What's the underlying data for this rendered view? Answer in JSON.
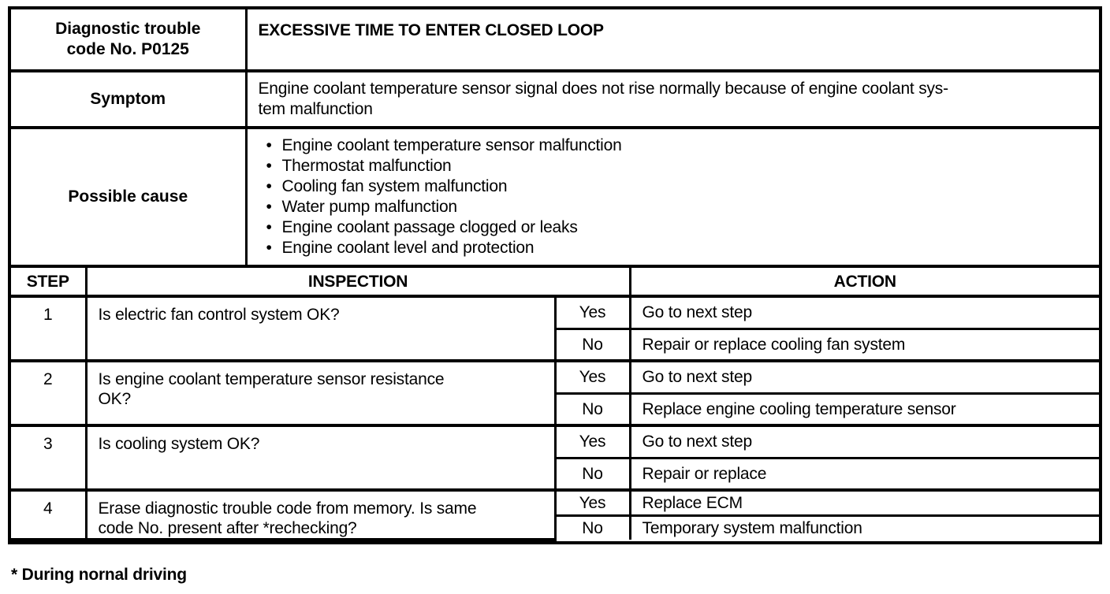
{
  "info": {
    "dtc": {
      "label_lines": [
        "Diagnostic trouble",
        "code No. P0125"
      ],
      "title": "EXCESSIVE TIME TO ENTER CLOSED LOOP"
    },
    "symptom": {
      "label": "Symptom",
      "lines": [
        "Engine coolant temperature sensor signal does not rise normally because of engine coolant sys-",
        "tem malfunction"
      ]
    },
    "possible_cause": {
      "label": "Possible cause",
      "items": [
        "Engine coolant temperature sensor malfunction",
        "Thermostat malfunction",
        "Cooling fan system malfunction",
        "Water pump malfunction",
        "Engine coolant passage clogged or leaks",
        "Engine coolant level and protection"
      ]
    }
  },
  "steps": {
    "headers": {
      "step": "STEP",
      "inspection": "INSPECTION",
      "action": "ACTION"
    },
    "rows": [
      {
        "num": "1",
        "inspection_lines": [
          "Is electric fan control system OK?"
        ],
        "yes": "Yes",
        "yes_action": "Go to next step",
        "no": "No",
        "no_action": "Repair or replace cooling fan system"
      },
      {
        "num": "2",
        "inspection_lines": [
          "Is engine coolant temperature sensor resistance",
          "OK?"
        ],
        "yes": "Yes",
        "yes_action": "Go to next step",
        "no": "No",
        "no_action": "Replace engine cooling temperature sensor"
      },
      {
        "num": "3",
        "inspection_lines": [
          "Is cooling system OK?"
        ],
        "yes": "Yes",
        "yes_action": "Go to next step",
        "no": "No",
        "no_action": "Repair or replace"
      },
      {
        "num": "4",
        "inspection_lines": [
          "Erase diagnostic trouble code from memory. Is same",
          "code No. present after *rechecking?"
        ],
        "yes": "Yes",
        "yes_action": "Replace ECM",
        "no": "No",
        "no_action": "Temporary system malfunction"
      }
    ]
  },
  "footnote": "* During nornal driving"
}
